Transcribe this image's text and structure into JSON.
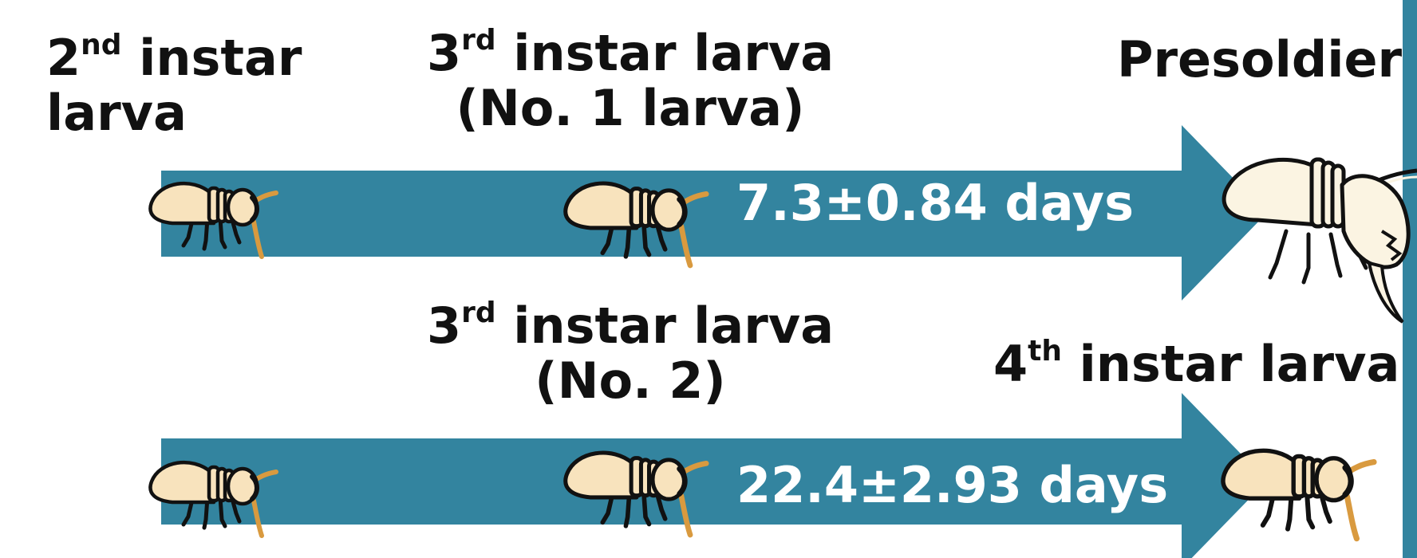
{
  "stages": {
    "second_instar": {
      "line1_num": "2",
      "line1_sup": "nd",
      "line1_rest": " instar",
      "line2": "larva"
    },
    "third_instar_no1": {
      "line1_num": "3",
      "line1_sup": "rd",
      "line1_rest": " instar larva",
      "line2": "(No. 1 larva)"
    },
    "presoldier": {
      "label": "Presoldier"
    },
    "third_instar_no2": {
      "line1_num": "3",
      "line1_sup": "rd",
      "line1_rest": " instar larva",
      "line2": "(No. 2)"
    },
    "fourth_instar": {
      "num": "4",
      "sup": "th",
      "rest": " instar larva"
    }
  },
  "pathways": [
    {
      "duration": "7.3±0.84 days"
    },
    {
      "duration": "22.4±2.93 days"
    }
  ],
  "colors": {
    "arrow": "#33849f",
    "larva_body": "#f8e3bd",
    "presoldier_body": "#fbf4e2",
    "antenna": "#d99a3f",
    "outline": "#111111",
    "text": "#111111",
    "duration_text": "#ffffff"
  },
  "icons": [
    "termite-larva-icon",
    "presoldier-termite-icon",
    "arrow-icon"
  ]
}
